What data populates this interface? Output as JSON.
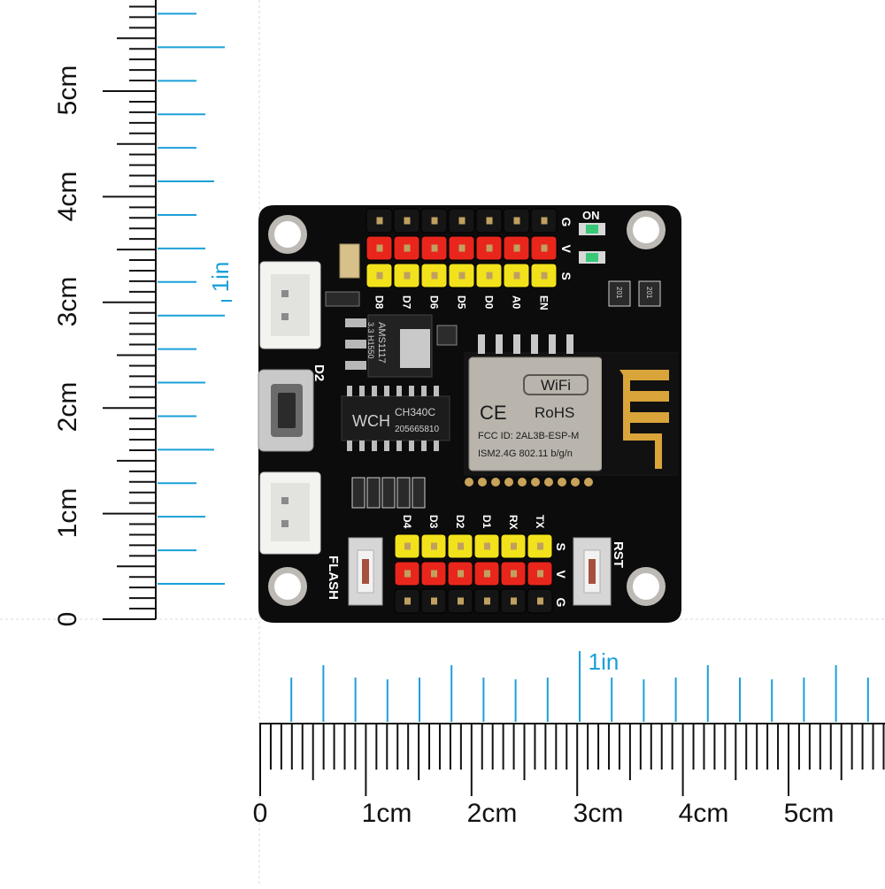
{
  "colors": {
    "pcb": "#0c0c0c",
    "ruler_ink": "#111111",
    "ruler_accent": "#1aa0d8",
    "header_red": "#e8261c",
    "header_yellow": "#f2e21b",
    "header_black": "#151515",
    "antenna_gold": "#d9a43a",
    "shield": "#b9b5ad"
  },
  "vertical_ruler": {
    "cm_labels": [
      "0",
      "1cm",
      "2cm",
      "3cm",
      "4cm",
      "5cm"
    ],
    "inch_label": "1in"
  },
  "horizontal_ruler": {
    "cm_labels": [
      "0",
      "1cm",
      "2cm",
      "3cm",
      "4cm",
      "5cm"
    ],
    "inch_label": "1in"
  },
  "board": {
    "top_header": {
      "pins": [
        "D8",
        "D7",
        "D6",
        "D5",
        "D0",
        "A0",
        "EN"
      ],
      "rows": [
        "G",
        "V",
        "S"
      ]
    },
    "bottom_header": {
      "pins": [
        "D4",
        "D3",
        "D2",
        "D1",
        "RX",
        "TX"
      ],
      "rows": [
        "S",
        "V",
        "G"
      ]
    },
    "led_label": "ON",
    "d2_label": "D2",
    "flash_label": "FLASH",
    "rst_label": "RST",
    "usb_chip": {
      "brand": "WCH",
      "model": "CH340C",
      "code": "205665810"
    },
    "regulator": {
      "model": "AMS1117",
      "code": "3.3 H1550"
    },
    "wifi_module": {
      "badge": "WiFi",
      "ce": "CE",
      "rohs": "RoHS",
      "fcc": "FCC ID: 2AL3B-ESP-M",
      "ism": "ISM2.4G   802.11 b/g/n"
    },
    "resistor_code": "201"
  }
}
